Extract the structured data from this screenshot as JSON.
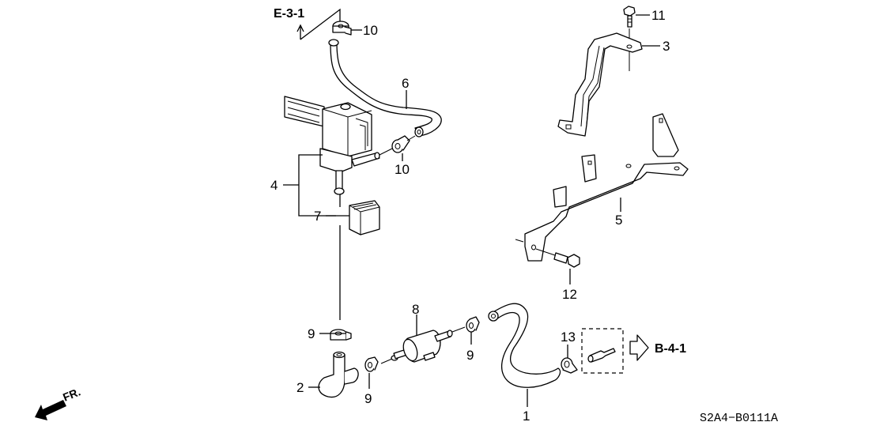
{
  "diagram": {
    "drawing_code": "S2A4−B0111A",
    "front_indicator": "FR.",
    "references": [
      {
        "id": "ref-e31",
        "label": "E-3-1"
      },
      {
        "id": "ref-b41",
        "label": "B-4-1"
      }
    ],
    "callouts": [
      {
        "number": "1",
        "part": "hose-1"
      },
      {
        "number": "2",
        "part": "hose-2"
      },
      {
        "number": "3",
        "part": "bracket-3"
      },
      {
        "number": "4",
        "part": "solenoid-valve-4"
      },
      {
        "number": "5",
        "part": "bracket-5"
      },
      {
        "number": "6",
        "part": "hose-6"
      },
      {
        "number": "7",
        "part": "filter-7"
      },
      {
        "number": "8",
        "part": "rubber-mount-8"
      },
      {
        "number": "9",
        "part": "clamp-9-a"
      },
      {
        "number": "9",
        "part": "clamp-9-b"
      },
      {
        "number": "9",
        "part": "clamp-9-c"
      },
      {
        "number": "10",
        "part": "clamp-10-a"
      },
      {
        "number": "10",
        "part": "clamp-10-b"
      },
      {
        "number": "11",
        "part": "bolt-11"
      },
      {
        "number": "12",
        "part": "bolt-12"
      },
      {
        "number": "13",
        "part": "clip-13"
      }
    ]
  }
}
